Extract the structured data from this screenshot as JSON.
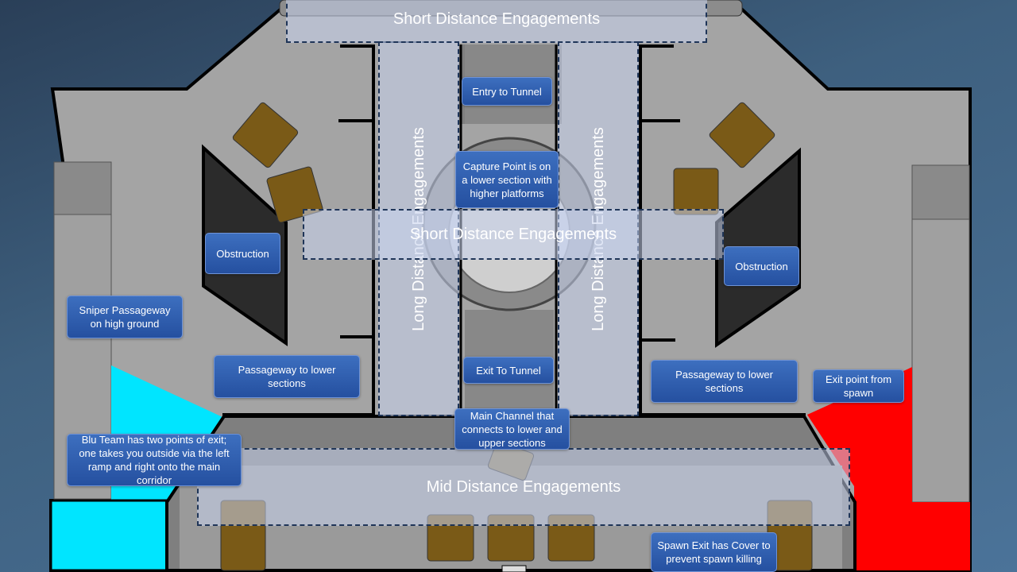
{
  "colors": {
    "floor": "#a4a4a4",
    "floor_dark": "#7f7f7f",
    "wall": "#000000",
    "dark_wall": "#2b2b2b",
    "crate": "#7a5a17",
    "blu_spawn": "#00e5ff",
    "red_spawn": "#ff0000",
    "callout_fill": "#2f5fb3",
    "zone_fill": "rgba(200,212,238,0.55)",
    "zone_border": "#1f3558"
  },
  "zones": {
    "top_short": "Short Distance Engagements",
    "center_short": "Short Distance Engagements",
    "left_long": "Long Distance Engagements",
    "right_long": "Long Distance Engagements",
    "mid": "Mid Distance Engagements"
  },
  "callouts": {
    "entry_tunnel": "Entry to Tunnel",
    "capture_point": "Capture Point is on a lower section with higher platforms",
    "obstruction_left": "Obstruction",
    "obstruction_right": "Obstruction",
    "sniper": "Sniper Passageway on high ground",
    "passage_left": "Passageway to lower sections",
    "exit_tunnel": "Exit To Tunnel",
    "passage_right": "Passageway to lower sections",
    "exit_spawn": "Exit point from spawn",
    "main_channel": "Main Channel that connects to lower and upper sections",
    "blu_team": "Blu Team has two points of exit; one takes you outside via the left ramp and right onto the main corridor",
    "spawn_exit": "Spawn Exit has Cover to prevent spawn killing"
  }
}
